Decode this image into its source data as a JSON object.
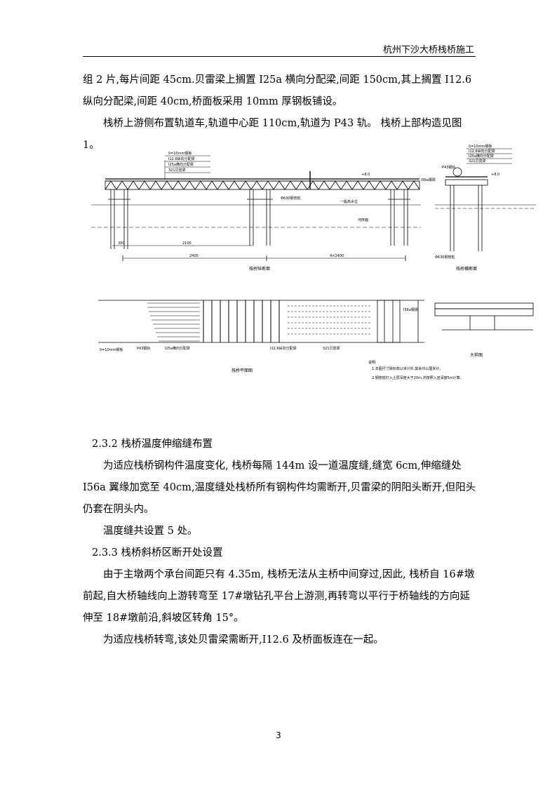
{
  "header": {
    "title": "杭州下沙大桥栈桥施工"
  },
  "paragraphs": {
    "p1": "组 2 片,每片间距 45cm.贝雷梁上搁置 I25a 横向分配梁,间距 150cm,其上搁置 I12.6 纵向分配梁,间距 40cm,桥面板采用 10mm 厚钢板铺设。",
    "p2": "栈桥上游侧布置轨道车,轨道中心距 110cm,轨道为 P43 轨。 栈桥上部构造见图 1。",
    "p3": "为适应栈桥钢构件温度变化, 栈桥每隔 144m 设一道温度缝,缝宽 6cm,伸缩缝处 I56a 翼缘加宽至 40cm,温度缝处栈桥所有钢构件均需断开,贝雷梁的阴阳头断开,但阳头仍套在阴头内。",
    "p4": "温度缝共设置 5 处。",
    "p5": "由于主墩两个承台间距只有 4.35m, 栈桥无法从主桥中间穿过,因此, 栈桥自 16#墩前起,自大桥轴线向上游转弯至 17#墩钻孔平台上游测,再转弯以平行于桥轴线的方向延伸至 18#墩前沿,斜坡区转角 15°。",
    "p6": "为适应栈桥转弯,该处贝雷梁需断开,I12.6 及桥面板连在一起。"
  },
  "headings": {
    "h1": "2.3.2 栈桥温度伸缩缝布置",
    "h2": "2.3.3 栈桥斜桥区断开处设置"
  },
  "figure": {
    "labels": {
      "elevation_title": "栈桥纵断面",
      "cross_title": "栈桥横断面",
      "plan_title": "栈桥平面图",
      "detail_title": "大样图",
      "steel_plate": "δ=10mm钢板",
      "i126": "I12.6纵向分配梁",
      "i25a": "I25a横向分配梁",
      "beiley": "321贝雷梁",
      "rail": "P43钢轨",
      "i56a": "I56a钢梁",
      "pile": "Φ630钢管桩",
      "elev_level": "+8.0",
      "water_high": "一般高水位",
      "water_low": "河床面",
      "dim_span": "2100",
      "dim_a": "300",
      "dim_total": "2400",
      "dim_b": "4×2400",
      "notes_title": "说明:",
      "note1": "1.本图尺寸除标高以米计外,其余均以厘米计。",
      "note2": "2.钢管桩打入土层深度大于20m,并按照入岩深度5m计算。"
    },
    "colors": {
      "line": "#000000"
    }
  },
  "page": {
    "number": "3"
  }
}
